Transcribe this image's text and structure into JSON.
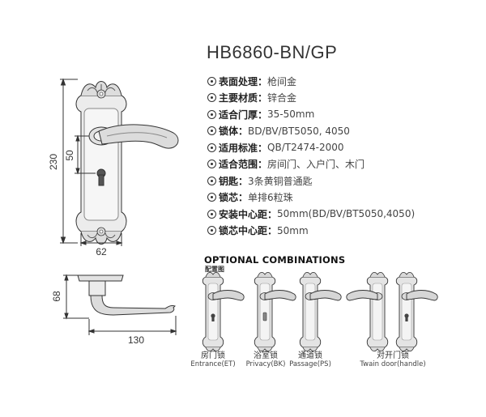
{
  "product": {
    "model": "HB6860-BN/GP"
  },
  "specs": [
    {
      "label": "表面处理",
      "value": "枪间金"
    },
    {
      "label": "主要材质",
      "value": "锌合金"
    },
    {
      "label": "适合门厚",
      "value": "35-50mm"
    },
    {
      "label": "锁体",
      "value": "BD/BV/BT5050, 4050"
    },
    {
      "label": "适用标准",
      "value": "QB/T2474-2000"
    },
    {
      "label": "适合范围",
      "value": "房间门、入户门、木门"
    },
    {
      "label": "钥匙",
      "value": "3条黄铜普通匙"
    },
    {
      "label": "锁芯",
      "value": "单排6粒珠"
    },
    {
      "label": "安装中心距",
      "value": "50mm(BD/BV/BT5050,4050)"
    },
    {
      "label": "锁芯中心距",
      "value": "50mm"
    }
  ],
  "spec_separator": "：",
  "dimensions": {
    "height": "230",
    "center": "50",
    "width": "62",
    "projection": "68",
    "handle_length": "130"
  },
  "optional": {
    "title": "OPTIONAL COMBINATIONS",
    "subtitle": "配置图",
    "items": [
      {
        "cn": "房门锁",
        "en": "Entrance(ET)"
      },
      {
        "cn": "浴室锁",
        "en": "Privacy(BK)"
      },
      {
        "cn": "通道锁",
        "en": "Passage(PS)"
      },
      {
        "cn": "对开门锁",
        "en": "Twain door(handle)"
      }
    ]
  },
  "colors": {
    "line": "#333333",
    "metal": "#e6e6e6",
    "metal_dark": "#9a9a9a"
  }
}
